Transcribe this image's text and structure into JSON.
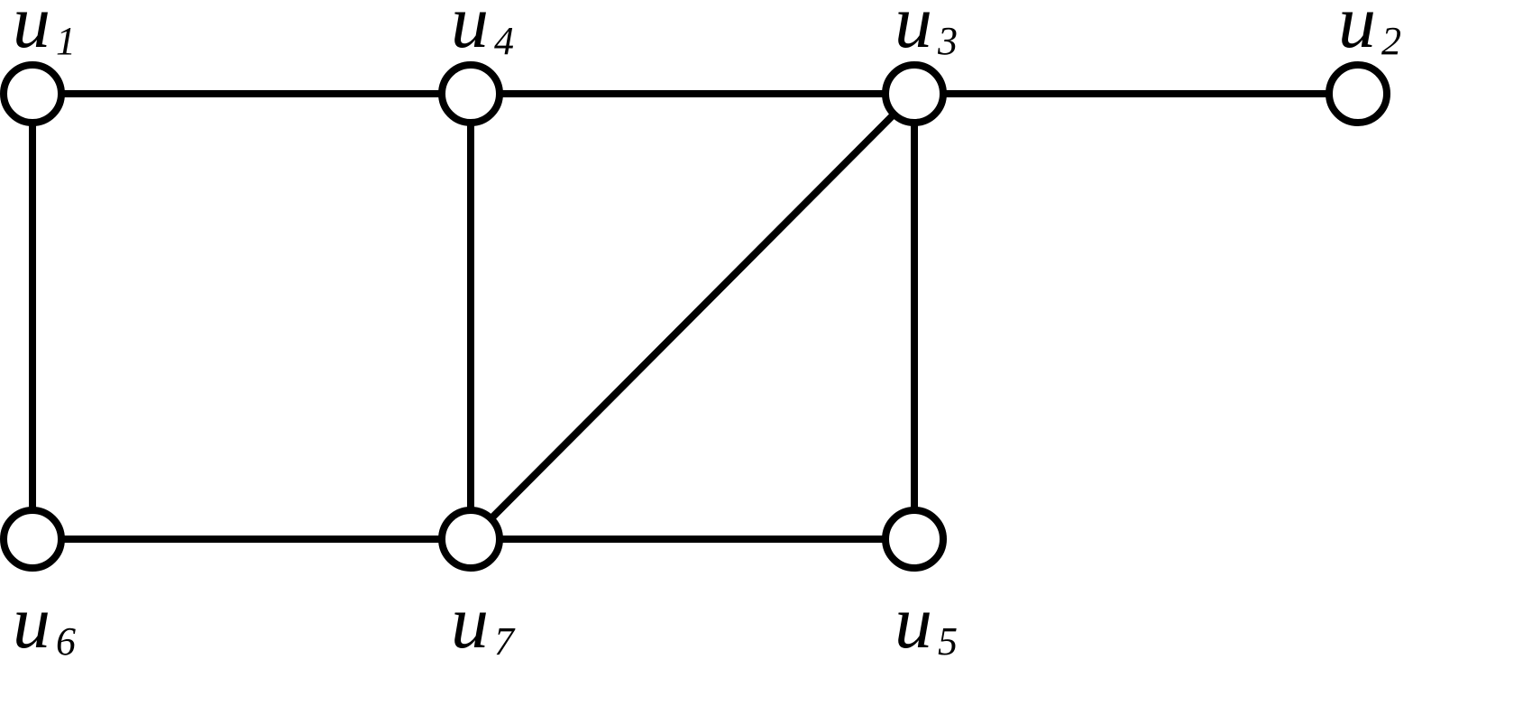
{
  "graph": {
    "nodes": [
      {
        "id": "u1",
        "label": "u",
        "sub": "1"
      },
      {
        "id": "u2",
        "label": "u",
        "sub": "2"
      },
      {
        "id": "u3",
        "label": "u",
        "sub": "3"
      },
      {
        "id": "u4",
        "label": "u",
        "sub": "4"
      },
      {
        "id": "u5",
        "label": "u",
        "sub": "5"
      },
      {
        "id": "u6",
        "label": "u",
        "sub": "6"
      },
      {
        "id": "u7",
        "label": "u",
        "sub": "7"
      }
    ],
    "edges": [
      [
        "u1",
        "u4"
      ],
      [
        "u4",
        "u3"
      ],
      [
        "u3",
        "u2"
      ],
      [
        "u1",
        "u6"
      ],
      [
        "u4",
        "u7"
      ],
      [
        "u3",
        "u5"
      ],
      [
        "u6",
        "u7"
      ],
      [
        "u7",
        "u5"
      ],
      [
        "u3",
        "u7"
      ]
    ],
    "colors": {
      "stroke": "#000000",
      "fill": "#ffffff"
    }
  }
}
